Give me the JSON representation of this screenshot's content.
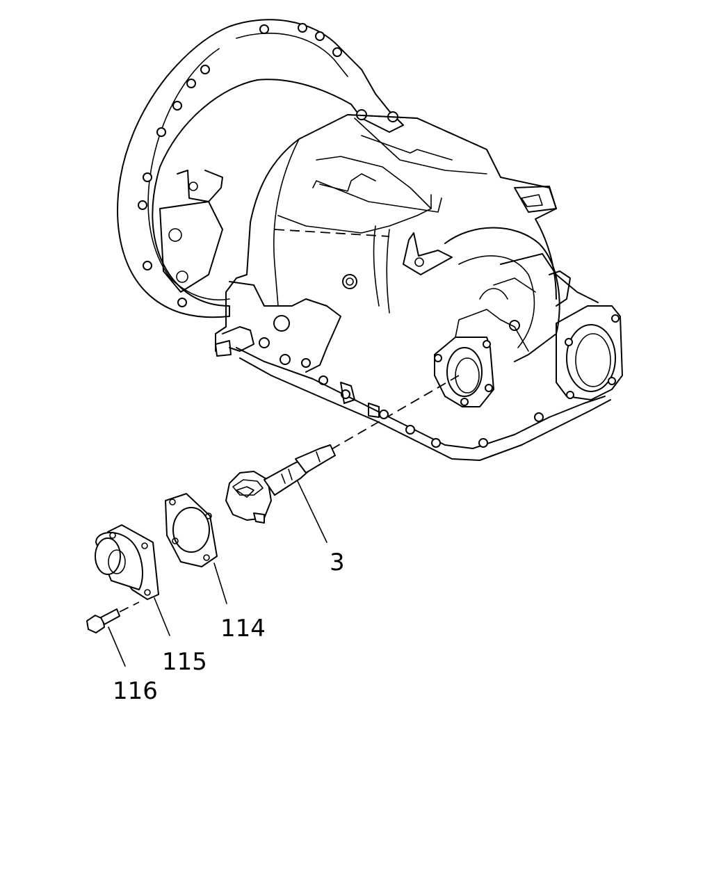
{
  "callouts": [
    {
      "id": "3",
      "text": "3"
    },
    {
      "id": "114",
      "text": "114"
    },
    {
      "id": "115",
      "text": "115"
    },
    {
      "id": "116",
      "text": "116"
    }
  ]
}
